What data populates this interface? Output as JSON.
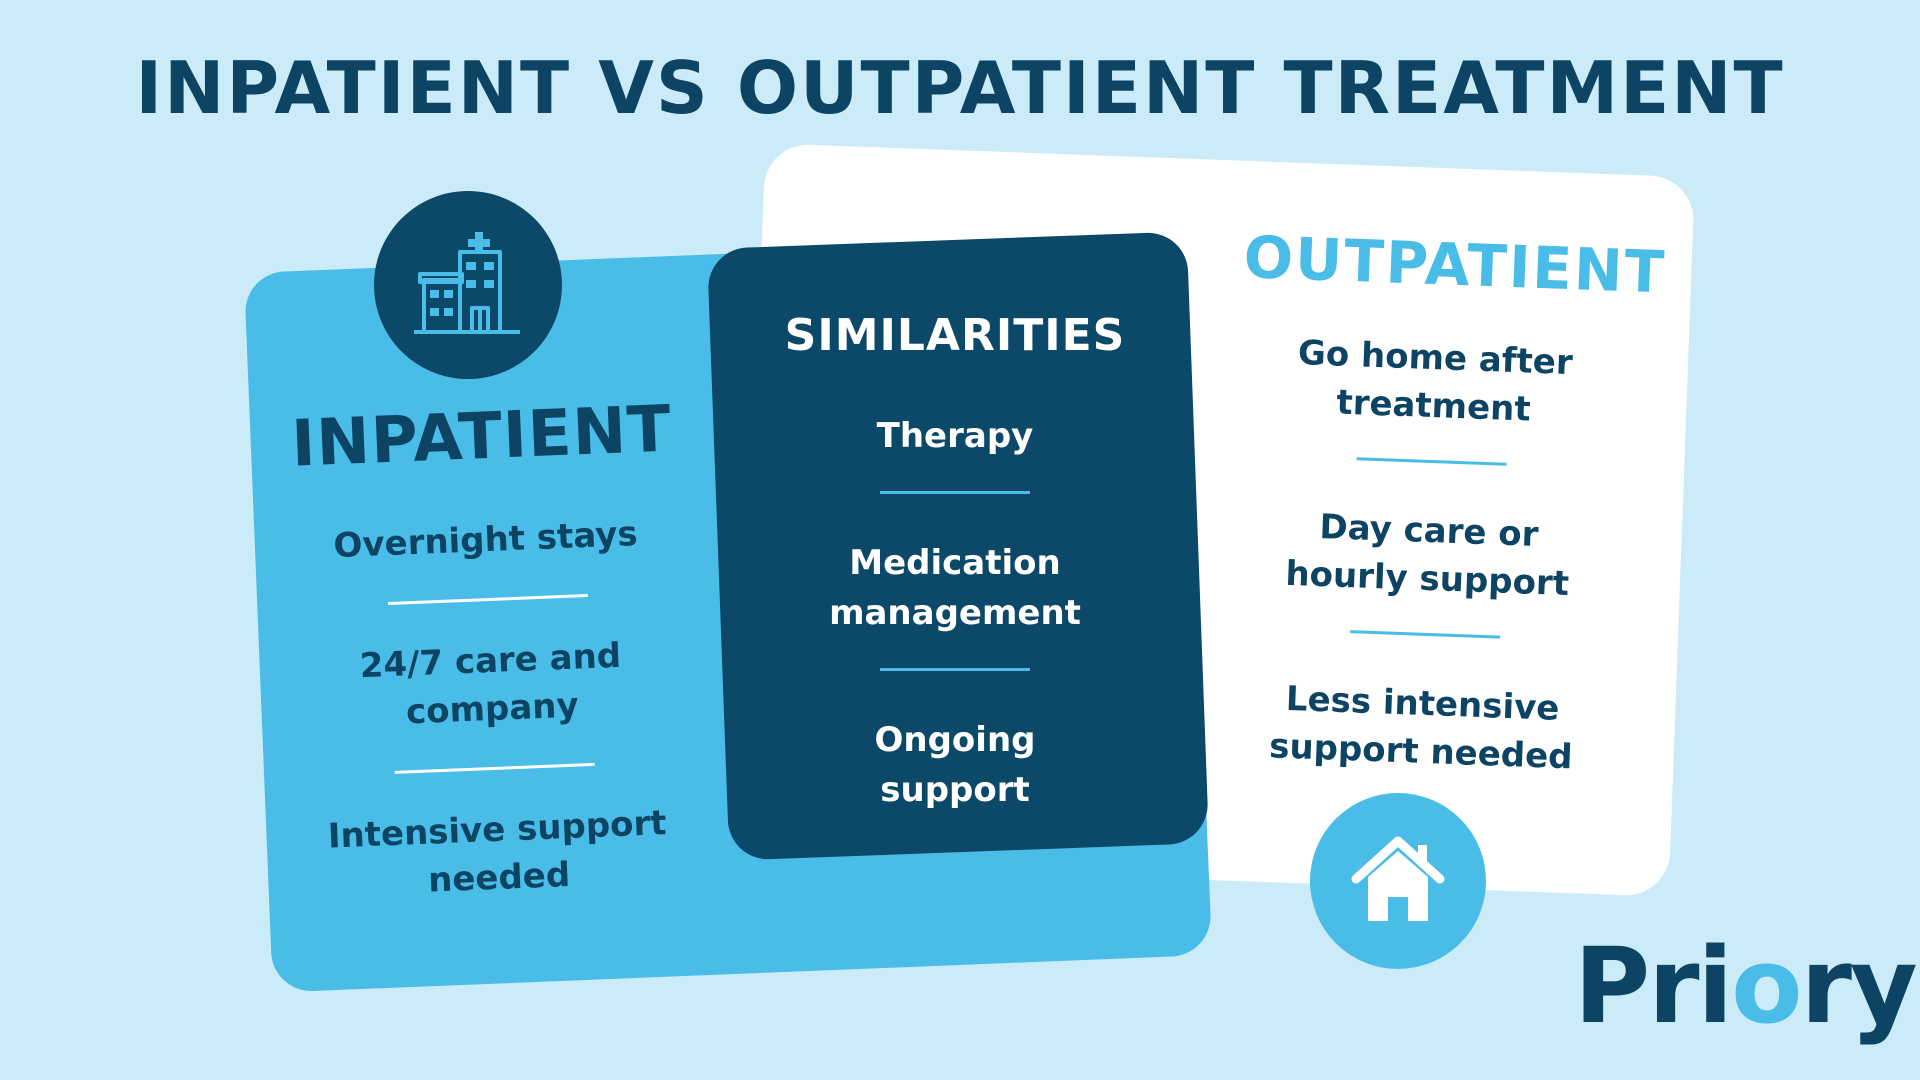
{
  "title": "INPATIENT VS OUTPATIENT TREATMENT",
  "colors": {
    "background": "#cbebf8",
    "navy": "#0d4464",
    "dark_card": "#0c4868",
    "light_blue": "#49bde7",
    "white": "#ffffff"
  },
  "inpatient": {
    "icon": "hospital-icon",
    "heading": "INPATIENT",
    "items": [
      "Overnight stays",
      "24/7 care and company",
      "Intensive support needed"
    ]
  },
  "similarities": {
    "heading": "SIMILARITIES",
    "items": [
      "Therapy",
      "Medication management",
      "Ongoing support"
    ]
  },
  "outpatient": {
    "icon": "home-icon",
    "heading": "OUTPATIENT",
    "items": [
      "Go home after treatment",
      "Day care or hourly support",
      "Less intensive support needed"
    ]
  },
  "logo": {
    "part1": "Pri",
    "part2": "o",
    "part3": "ry"
  }
}
